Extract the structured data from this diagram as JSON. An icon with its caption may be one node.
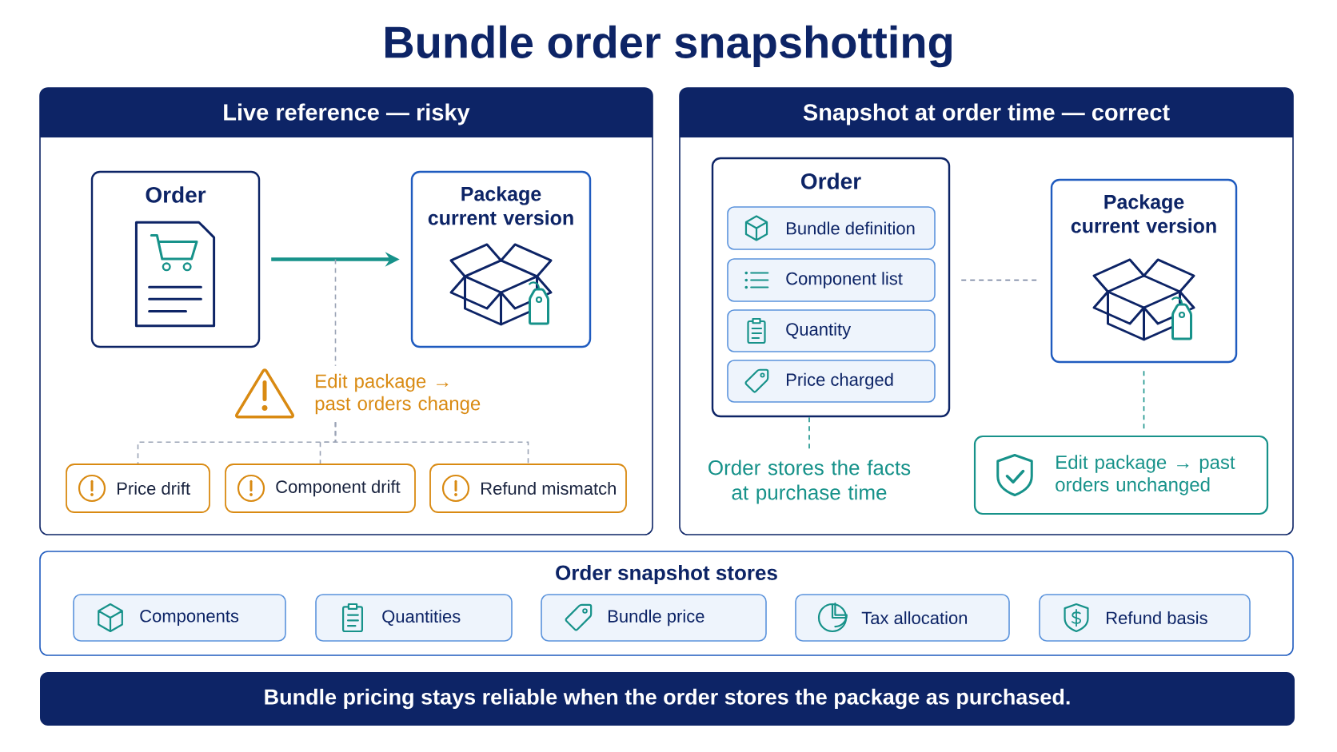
{
  "diagram": {
    "title": "Bundle order snapshotting",
    "nodes": [
      {
        "text": [
          "Live reference — risky"
        ]
      },
      {
        "text": [
          "Order"
        ],
        "in": 0
      },
      {
        "text": [
          "Package current version"
        ],
        "in": 0
      },
      {
        "text": [
          "Edit package → past orders change"
        ],
        "in": 0
      },
      {
        "text": [
          "Price drift"
        ],
        "in": 0
      },
      {
        "text": [
          "Component drift"
        ],
        "in": 0
      },
      {
        "text": [
          "Refund mismatch"
        ],
        "in": 0
      },
      {
        "text": [
          "Snapshot at order time — correct"
        ]
      },
      {
        "text": [
          "Order"
        ],
        "in": 7
      },
      {
        "text": [
          "Bundle definition"
        ],
        "in": 8
      },
      {
        "text": [
          "Component list"
        ],
        "in": 8
      },
      {
        "text": [
          "Quantity"
        ],
        "in": 8
      },
      {
        "text": [
          "Price charged"
        ],
        "in": 8
      },
      {
        "text": [
          "Package current version"
        ],
        "in": 7
      },
      {
        "text": [
          "Order stores the facts at purchase time"
        ],
        "in": 7
      },
      {
        "text": [
          "Edit package → past orders unchanged"
        ],
        "in": 7
      },
      {
        "text": [
          "Order snapshot stores"
        ]
      },
      {
        "text": [
          "Components"
        ],
        "in": 16
      },
      {
        "text": [
          "Quantities"
        ],
        "in": 16
      },
      {
        "text": [
          "Bundle price"
        ],
        "in": 16
      },
      {
        "text": [
          "Tax allocation"
        ],
        "in": 16
      },
      {
        "text": [
          "Refund basis"
        ],
        "in": 16
      },
      {
        "text": [
          "Bundle pricing stays reliable when the order stores the package as purchased."
        ]
      }
    ],
    "edges": [
      {
        "from": 1,
        "to": 2,
        "arrow": "to",
        "style": "thick",
        "color": "#17928a"
      },
      {
        "from": null,
        "to": 3,
        "arrow": "none",
        "style": "dashed",
        "color": "#9aa3b5"
      },
      {
        "from": 3,
        "to": 4,
        "arrow": "none",
        "style": "dashed",
        "color": "#9aa3b5"
      },
      {
        "from": 3,
        "to": 5,
        "arrow": "none",
        "style": "dashed",
        "color": "#9aa3b5"
      },
      {
        "from": 3,
        "to": 6,
        "arrow": "none",
        "style": "dashed",
        "color": "#9aa3b5"
      },
      {
        "from": 8,
        "to": 13,
        "arrow": "none",
        "style": "dashed",
        "color": "#6b7a99"
      },
      {
        "from": 8,
        "to": 14,
        "arrow": "none",
        "style": "dashed",
        "color": "#17928a"
      },
      {
        "from": 13,
        "to": 15,
        "arrow": "none",
        "style": "dashed",
        "color": "#17928a"
      }
    ]
  }
}
